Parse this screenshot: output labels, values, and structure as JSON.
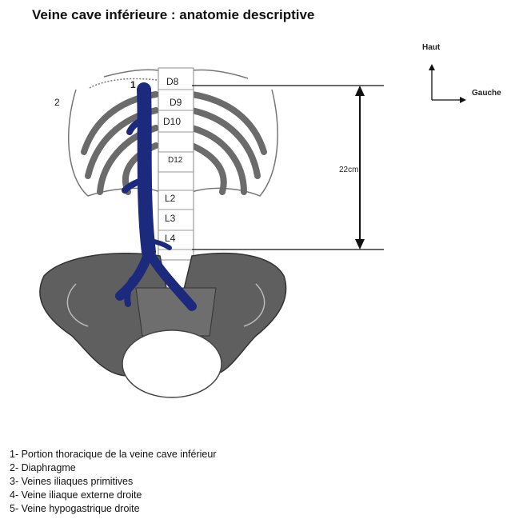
{
  "title": "Veine cave inférieure : anatomie descriptive",
  "vertebrae": [
    "D8",
    "D9",
    "D10",
    "D12",
    "L2",
    "L3",
    "L4"
  ],
  "callouts": [
    "1",
    "2"
  ],
  "measure": "22cm",
  "orientation": {
    "up": "Haut",
    "left": "Gauche"
  },
  "legend": [
    "1- Portion thoracique de la veine cave inférieur",
    "2- Diaphragme",
    "3- Veines iliaques primitives",
    "4- Veine iliaque externe droite",
    "5- Veine hypogastrique droite"
  ],
  "colors": {
    "vein": "#1c2a7e",
    "bone": "#6b6b6b",
    "pelvis": "#5f5f5f"
  }
}
